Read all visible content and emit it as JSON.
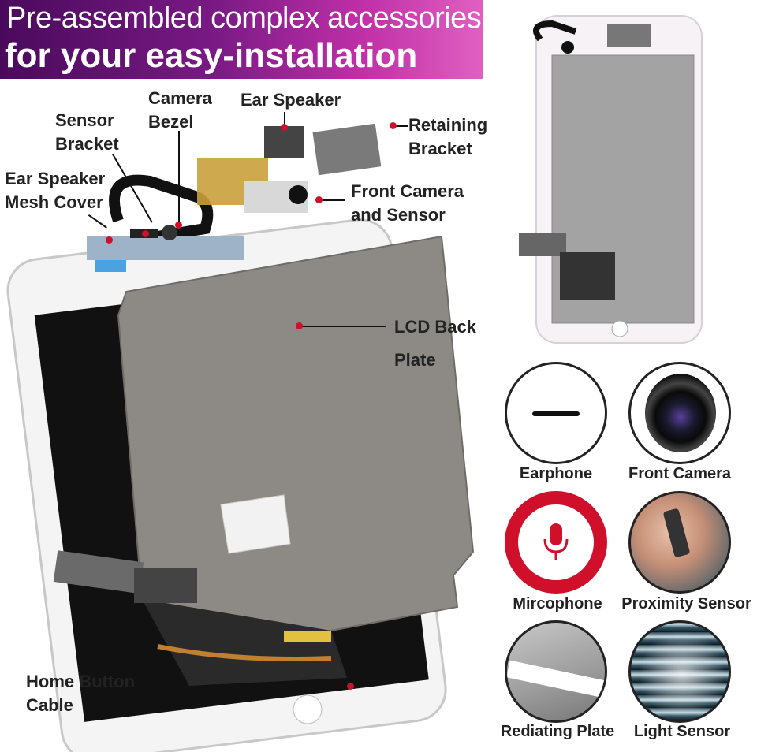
{
  "banner": {
    "line1": "Pre-assembled complex accessories",
    "line2": "for your easy-installation"
  },
  "labels": {
    "ear_speaker_mesh_cover": [
      "Ear Speaker",
      "Mesh Cover"
    ],
    "sensor_bracket": [
      "Sensor",
      "Bracket"
    ],
    "camera_bezel": [
      "Camera",
      "Bezel"
    ],
    "ear_speaker": "Ear Speaker",
    "retaining_bracket": [
      "Retaining",
      "Bracket"
    ],
    "front_camera_sensor": [
      "Front Camera",
      "and Sensor"
    ],
    "lcd_back_plate": [
      "LCD Back",
      "Plate"
    ],
    "home_button_cable": [
      "Home Button",
      "Cable"
    ]
  },
  "features": [
    {
      "caption": "Earphone",
      "icon": "earphone-icon"
    },
    {
      "caption": "Front Camera",
      "icon": "camera-lens-icon"
    },
    {
      "caption": "Mircophone",
      "icon": "microphone-icon"
    },
    {
      "caption": "Proximity Sensor",
      "icon": "phone-call-icon"
    },
    {
      "caption": "Rediating Plate",
      "icon": "radiating-plate-icon"
    },
    {
      "caption": "Light Sensor",
      "icon": "light-sensor-icon"
    }
  ],
  "colors": {
    "accent_red": "#d0102a",
    "banner_start": "#4a0a5c",
    "banner_end": "#e060c0",
    "metal_plate": "#8d8a86"
  }
}
